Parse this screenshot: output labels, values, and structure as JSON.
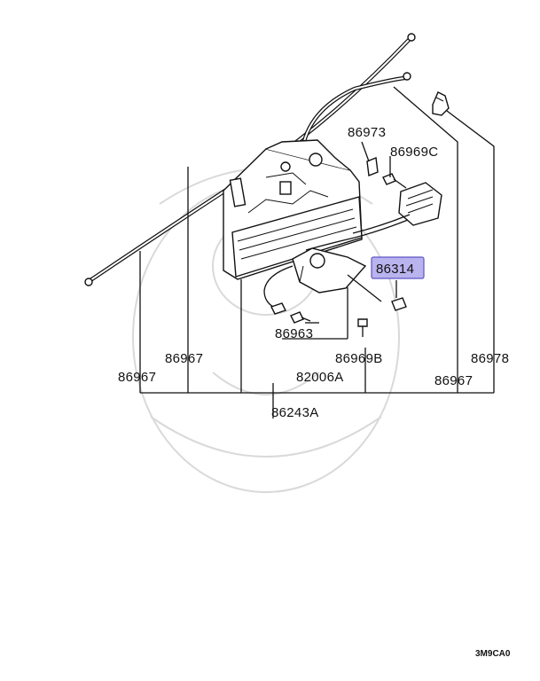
{
  "parts": {
    "p86973": "86973",
    "p86969C": "86969C",
    "p86314": "86314",
    "p86963": "86963",
    "p86967_mid": "86967",
    "p86967_left": "86967",
    "p86969B": "86969B",
    "p82006A": "82006A",
    "p86243A": "86243A",
    "p86978": "86978",
    "p86967_right": "86967"
  },
  "highlight_color": "#b9b3ee",
  "diagram_code": "3M9CA0"
}
